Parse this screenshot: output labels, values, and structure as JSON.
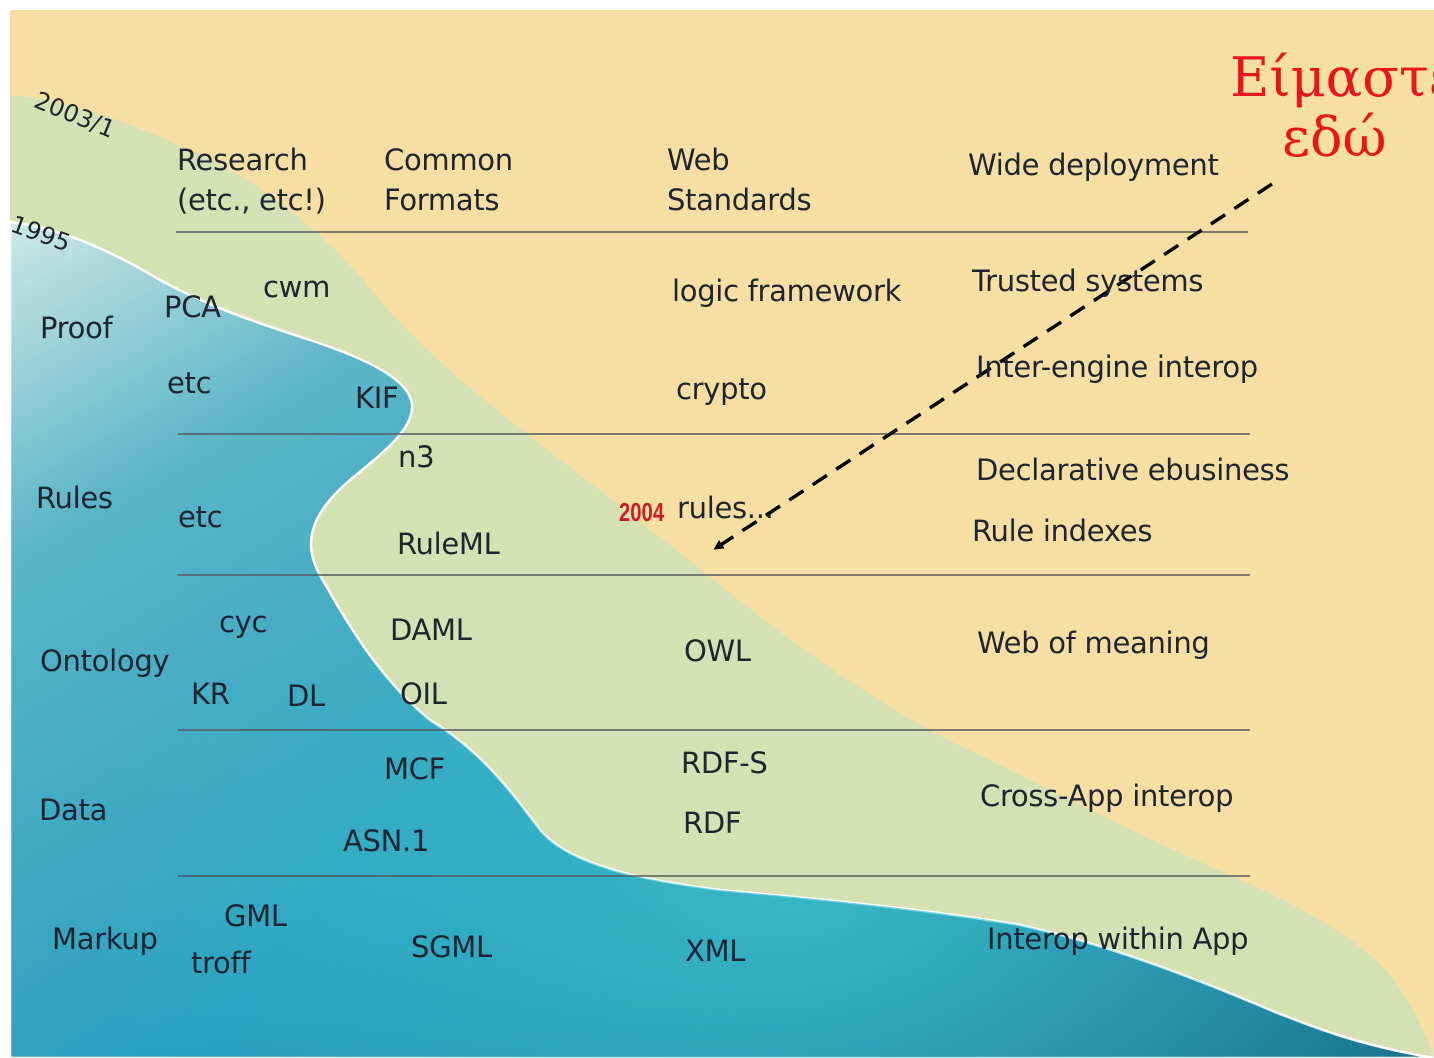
{
  "eras": [
    "2003/1",
    "1995"
  ],
  "columns": [
    "Research\n(etc., etc!)",
    "Common\nFormats",
    "Web\nStandards",
    "Wide deployment"
  ],
  "layers": {
    "proof": {
      "name": "Proof",
      "research": [
        "PCA",
        "cwm",
        "etc"
      ],
      "formats": [
        "KIF"
      ],
      "standards": [
        "logic framework",
        "crypto"
      ],
      "deployment": [
        "Trusted systems",
        "Inter-engine interop"
      ]
    },
    "rules": {
      "name": "Rules",
      "research": [
        "etc"
      ],
      "formats": [
        "n3",
        "RuleML"
      ],
      "standards": [
        "rules..."
      ],
      "deployment": [
        "Declarative ebusiness",
        "Rule indexes"
      ]
    },
    "ontology": {
      "name": "Ontology",
      "research": [
        "cyc",
        "KR",
        "DL"
      ],
      "formats": [
        "DAML",
        "OIL"
      ],
      "standards": [
        "OWL"
      ],
      "deployment": [
        "Web of meaning"
      ]
    },
    "data": {
      "name": "Data",
      "formats": [
        "MCF",
        "ASN.1"
      ],
      "standards": [
        "RDF-S",
        "RDF"
      ],
      "deployment": [
        "Cross-App interop"
      ]
    },
    "markup": {
      "name": "Markup",
      "research": [
        "GML",
        "troff"
      ],
      "formats": [
        "SGML"
      ],
      "standards": [
        "XML"
      ],
      "deployment": [
        "Interop within App"
      ]
    }
  },
  "highlight_year": "2004",
  "note": [
    "Είμαστε",
    "εδώ"
  ],
  "colors": {
    "background": "#f7dfa3",
    "wave_2003": "#d6e1b3",
    "wave_1995_light": "#bcdde0",
    "wave_1995_dark": "#1a7895",
    "note": "#e8141e",
    "year_highlight": "#c81e28"
  }
}
